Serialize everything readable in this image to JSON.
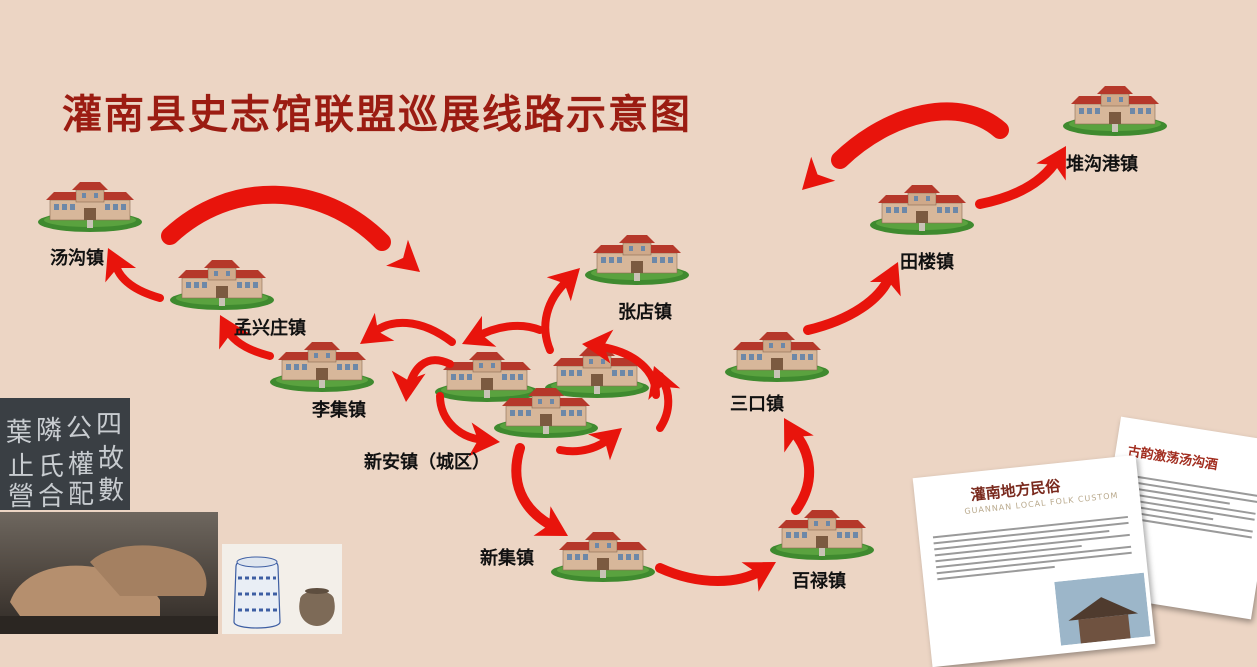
{
  "title": "灌南县史志馆联盟巡展线路示意图",
  "towns": [
    {
      "id": "tanggou",
      "label": "汤沟镇"
    },
    {
      "id": "mengxingzhuang",
      "label": "孟兴庄镇"
    },
    {
      "id": "liji",
      "label": "李集镇"
    },
    {
      "id": "xinan",
      "label": "新安镇（城区）"
    },
    {
      "id": "zhangdian",
      "label": "张店镇"
    },
    {
      "id": "xinji",
      "label": "新集镇"
    },
    {
      "id": "bailu",
      "label": "百禄镇"
    },
    {
      "id": "sankou",
      "label": "三口镇"
    },
    {
      "id": "tianlou",
      "label": "田楼镇"
    },
    {
      "id": "duigougang",
      "label": "堆沟港镇"
    }
  ],
  "posters": {
    "folk": {
      "title": "灌南地方民俗",
      "subtitle": "GUANNAN LOCAL FOLK CUSTOM"
    },
    "wine": {
      "title": "古韵激荡汤沟酒"
    }
  },
  "colors": {
    "background": "#ecd5c4",
    "title": "#9b1c12",
    "arrow": "#e8140c",
    "roof": "#b5382a",
    "lawn": "#3f8a2f"
  }
}
